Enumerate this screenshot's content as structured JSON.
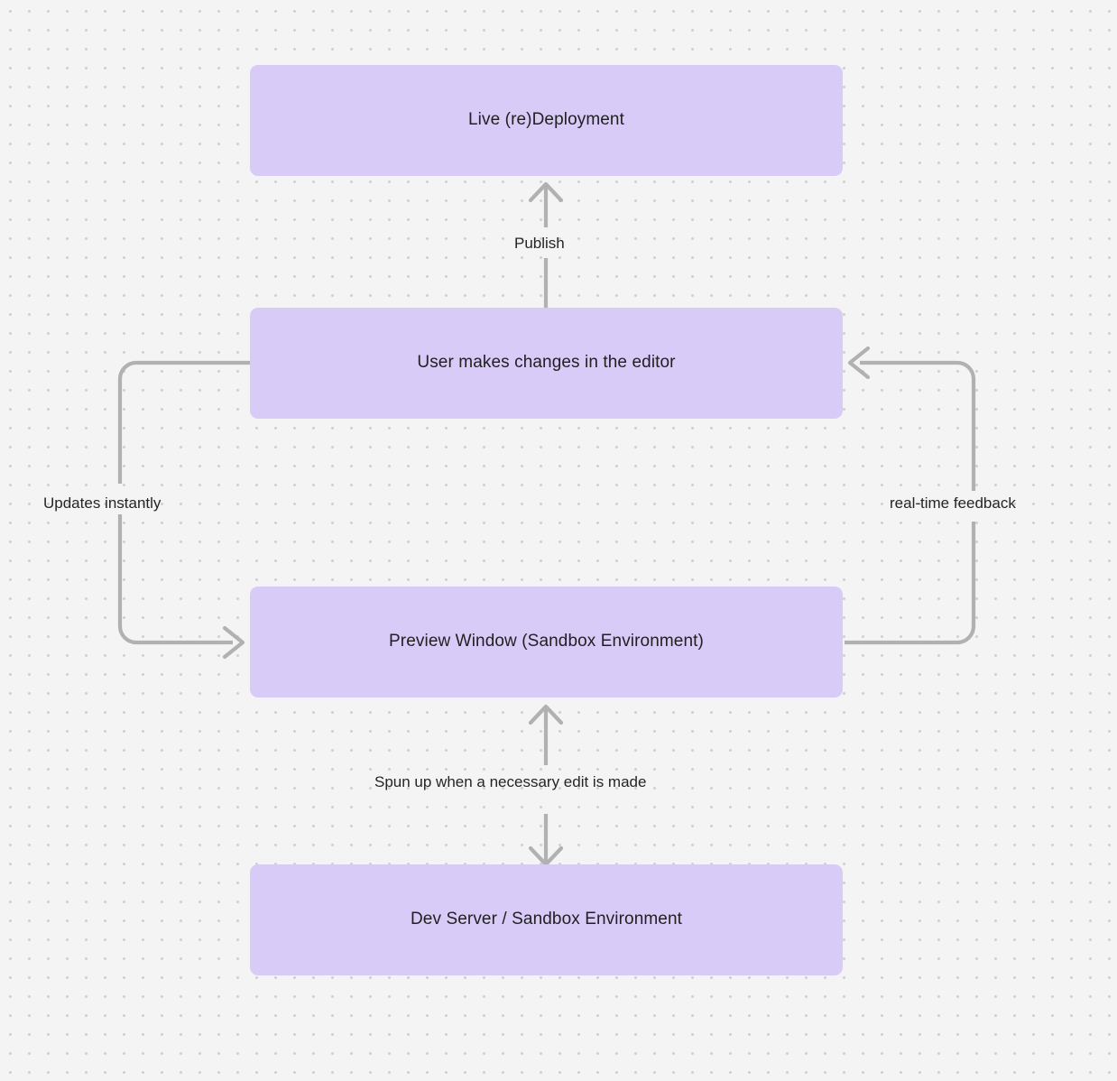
{
  "diagram": {
    "type": "flowchart",
    "background": "#f4f4f4",
    "node_color": "#d9cbf8",
    "edge_color": "#b1b1b1",
    "text_color": "#212121",
    "nodes": [
      {
        "id": "live",
        "label": "Live (re)Deployment"
      },
      {
        "id": "user",
        "label": "User makes changes in the editor"
      },
      {
        "id": "preview",
        "label": "Preview Window (Sandbox Environment)"
      },
      {
        "id": "dev",
        "label": "Dev Server / Sandbox Environment"
      }
    ],
    "edges": [
      {
        "id": "publish",
        "from": "user",
        "to": "live",
        "label": "Publish",
        "direction": "up"
      },
      {
        "id": "updates",
        "from": "user",
        "to": "preview",
        "label": "Updates instantly",
        "direction": "left-loop-down"
      },
      {
        "id": "realtime",
        "from": "preview",
        "to": "user",
        "label": "real-time feedback",
        "direction": "right-loop-up"
      },
      {
        "id": "spun",
        "from": "preview",
        "to": "dev",
        "label": "Spun up when a necessary edit is made",
        "direction": "bidirectional"
      }
    ]
  }
}
